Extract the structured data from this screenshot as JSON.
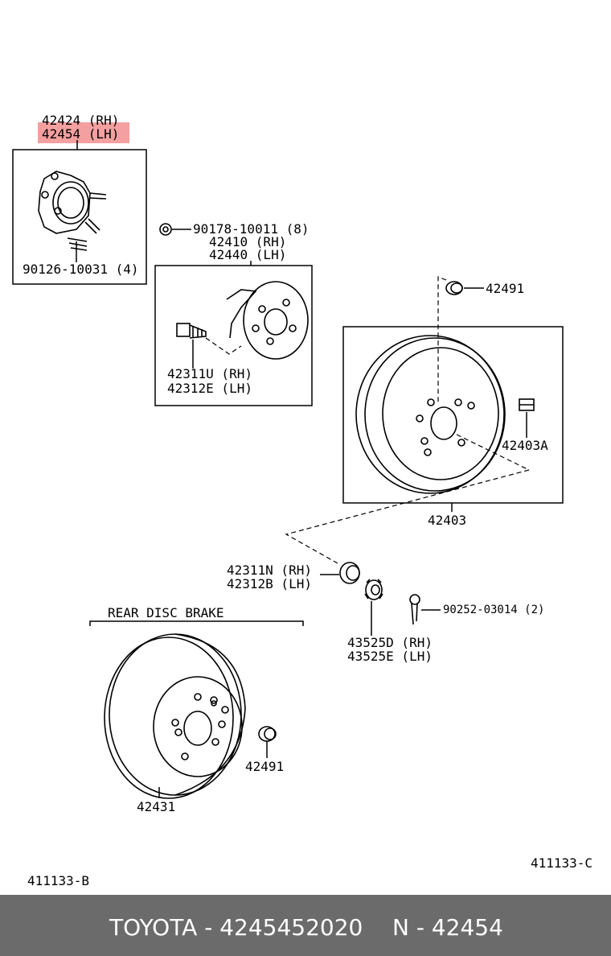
{
  "labels": {
    "hub_rh": "42424 (RH)",
    "hub_lh": "42454 (LH)",
    "hub_bolt": "90126-10031 (4)",
    "nut_top": "90178-10011 (8)",
    "axle_rh": "42410 (RH)",
    "axle_lh": "42440 (LH)",
    "stud_rh": "42311U (RH)",
    "stud_lh": "42312E (LH)",
    "plug_top": "42491",
    "clip": "42403A",
    "drum": "42403",
    "stud2_rh": "42311N (RH)",
    "stud2_lh": "42312B (LH)",
    "cotter_pin": "90252-03014 (2)",
    "lock_rh": "43525D (RH)",
    "lock_lh": "43525E (LH)",
    "section_title": "REAR DISC BRAKE",
    "plug_bottom": "42491",
    "disc": "42431",
    "fig_code_b": "411133-B",
    "fig_code_c": "411133-C"
  },
  "footer": {
    "brand_part": "TOYOTA - 4245452020",
    "ref": "N - 42454"
  },
  "colors": {
    "highlight": "#f08080",
    "footer_bg": "#6b6b6b"
  }
}
